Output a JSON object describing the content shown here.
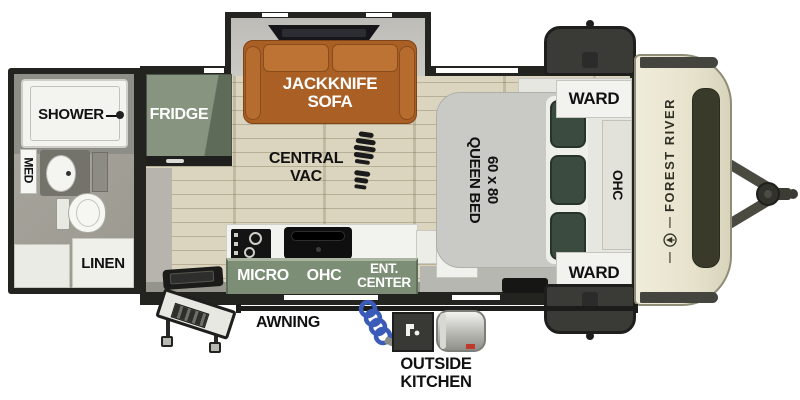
{
  "title": "Forest River travel trailer floor plan",
  "labels": {
    "shower": "SHOWER",
    "med": "MED",
    "linen": "LINEN",
    "fridge": "FRIDGE",
    "sofa": [
      "JACKKNIFE",
      "SOFA"
    ],
    "central_vac": [
      "CENTRAL",
      "VAC"
    ],
    "micro": "MICRO",
    "ohc_kitchen": "OHC",
    "ent_center": [
      "ENT.",
      "CENTER"
    ],
    "bed": [
      "60 x 80",
      "QUEEN BED"
    ],
    "ward_top": "WARD",
    "ward_bottom": "WARD",
    "ohc_bedroom": "OHC",
    "brand": "FOREST RIVER",
    "brand_dash": "—",
    "awning": "AWNING",
    "outside_kitchen": [
      "OUTSIDE",
      "KITCHEN"
    ]
  },
  "colors": {
    "wall": "#23231f",
    "floor_wood": "#dbd5bf",
    "bath_floor": "#a4a19a",
    "fridge_green": "#87947f",
    "cabinet_green": "#7d8e76",
    "sofa_brown": "#aa5f25",
    "bed_gray": "#c9c9c6",
    "pillow_green": "#3b4b40",
    "cap_cream": "#e9e5d1",
    "panel_olive": "#3a3a2a",
    "hose_blue": "#3a5cb8",
    "accent_red": "#c0392b"
  }
}
